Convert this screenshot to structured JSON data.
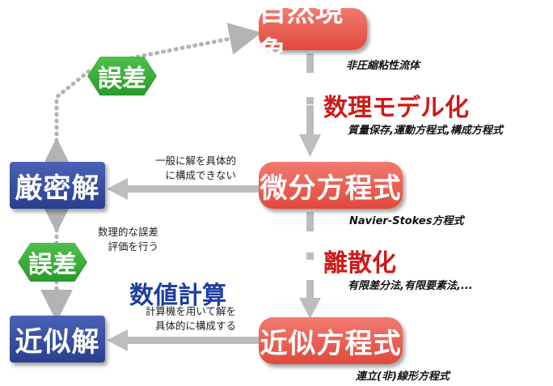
{
  "nodes": {
    "natural_phenomenon": "自然現象",
    "differential_equation": "微分方程式",
    "exact_solution": "厳密解",
    "approximate_equation": "近似方程式",
    "approximate_solution": "近似解"
  },
  "badges": {
    "error_top": "誤差",
    "error_bottom": "誤差"
  },
  "steps": {
    "modeling": "数理モデル化",
    "discretization": "離散化",
    "numerical_computation": "数値計算"
  },
  "annotations": {
    "incompressible_fluid": "非圧縮粘性流体",
    "conservation_laws": "質量保存,運動方程式,構成方程式",
    "navier_stokes": "Navier-Stokes方程式",
    "discretization_methods": "有限差分法,有限要素法,...",
    "simultaneous_equations": "連立(非)線形方程式",
    "no_concrete_solution_line1": "一般に解を具体的",
    "no_concrete_solution_line2": "に構成できない",
    "error_eval_line1": "数理的な誤差",
    "error_eval_line2": "評価を行う",
    "computer_solution_line1": "計算機を用いて解を",
    "computer_solution_line2": "具体的に構成する"
  },
  "colors": {
    "red_box": "#e1493c",
    "blue_box": "#2a3f8f",
    "green_badge": "#2a9a2c",
    "arrow_gray": "#bdbdbd",
    "heading_red": "#d01818",
    "heading_blue": "#1e3ea2"
  }
}
